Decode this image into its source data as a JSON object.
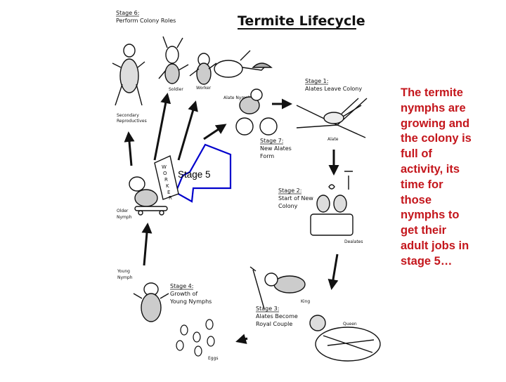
{
  "diagram": {
    "title": "Termite Lifecycle",
    "stages": [
      {
        "label": "Stage 6:",
        "desc": [
          "Perform Colony Roles"
        ]
      },
      {
        "label": "Stage 1:",
        "desc": [
          "Alates Leave Colony"
        ]
      },
      {
        "label": "Stage 7:",
        "desc": [
          "New Alates",
          "Form"
        ]
      },
      {
        "label": "Stage 2:",
        "desc": [
          "Start of New",
          "Colony"
        ]
      },
      {
        "label": "Stage 3:",
        "desc": [
          "Alates Become",
          "Royal Couple"
        ]
      },
      {
        "label": "Stage 4:",
        "desc": [
          "Growth of",
          "Young Nymphs"
        ]
      }
    ],
    "captions": {
      "soldier": "Soldier",
      "worker": "Worker",
      "alate_nymph": "Alate Nymph",
      "secondary": [
        "Secondary",
        "Reproductives"
      ],
      "alate": "Alate",
      "dealates": "Dealates",
      "king": "King",
      "queen": "Queen",
      "eggs": "Eggs",
      "young_nymph": [
        "Young",
        "Nymph"
      ],
      "older_nymph": [
        "Older",
        "Nymph"
      ]
    },
    "sign_letters": [
      "W",
      "O",
      "R",
      "K",
      "E",
      "R"
    ],
    "callout": {
      "label": "Stage 5",
      "border_color": "#0000cc"
    }
  },
  "side_text": [
    "The termite",
    "nymphs are",
    "growing and",
    "the colony is",
    "full of",
    "activity, its",
    "time for",
    "those",
    "nymphs to",
    "get their",
    "adult jobs in",
    "stage 5…"
  ],
  "colors": {
    "side_text": "#c4161c",
    "ink": "#111111"
  }
}
